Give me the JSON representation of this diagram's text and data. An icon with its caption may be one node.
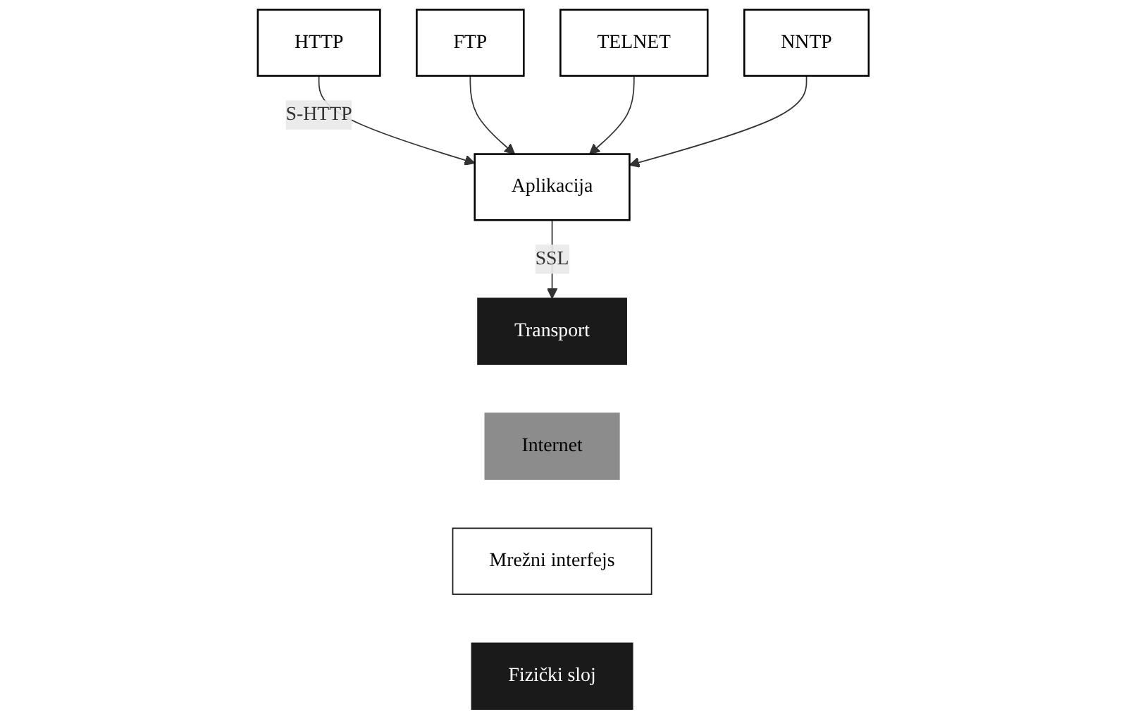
{
  "diagram": {
    "nodes": [
      {
        "text": [
          "HTTP"
        ]
      },
      {
        "text": [
          "FTP"
        ]
      },
      {
        "text": [
          "TELNET"
        ]
      },
      {
        "text": [
          "Aplikacija"
        ]
      },
      {
        "text": [
          "NNTP"
        ]
      },
      {
        "text": [
          "Transport"
        ]
      },
      {
        "text": [
          "Internet"
        ]
      },
      {
        "text": [
          "Mrežni interfejs"
        ]
      },
      {
        "text": [
          "Fizički sloj"
        ]
      }
    ],
    "edges": [
      {
        "from": 0,
        "to": 3,
        "arrow": "to",
        "label": "S-HTTP"
      },
      {
        "from": 1,
        "to": 3,
        "arrow": "to"
      },
      {
        "from": 2,
        "to": 3,
        "arrow": "to"
      },
      {
        "from": 4,
        "to": 3,
        "arrow": "to"
      },
      {
        "from": 3,
        "to": 5,
        "arrow": "to",
        "label": "SSL"
      }
    ]
  }
}
